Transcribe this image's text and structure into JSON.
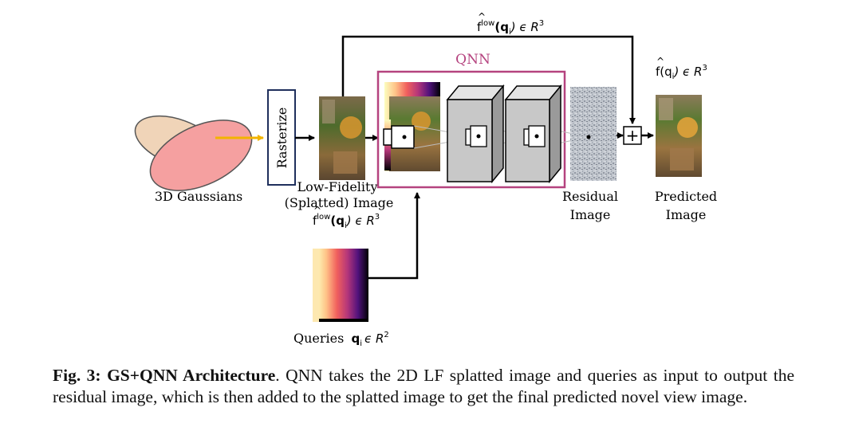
{
  "diagram": {
    "qnn_label": "QNN",
    "rasterize_label": "Rasterize",
    "gaussians_label": "3D Gaussians",
    "lowfi_label_line1": "Low-Fidelity",
    "lowfi_label_line2": "(Splatted) Image",
    "lowfi_math_f": "f",
    "lowfi_math_sup": "low",
    "lowfi_math_q": "(q",
    "lowfi_math_sub": "i",
    "lowfi_math_rest": ") ϵ R",
    "lowfi_math_exp": "3",
    "top_math_f": "f",
    "top_math_sup": "low",
    "top_math_q": "(q",
    "top_math_sub": "i",
    "top_math_rest": ") ϵ R",
    "top_math_exp": "3",
    "pred_math_f": "f(q",
    "pred_math_sub": "i",
    "pred_math_rest": ") ϵ R",
    "pred_math_exp": "3",
    "residual_label_line1": "Residual",
    "residual_label_line2": "Image",
    "predicted_label_line1": "Predicted",
    "predicted_label_line2": "Image",
    "queries_label": "Queries",
    "queries_math_q": "q",
    "queries_math_sub": "i",
    "queries_math_rest": "ϵ R",
    "queries_math_exp": "2",
    "plus_symbol": "+",
    "colors": {
      "qnn_box": "#b5437f",
      "rasterize_box": "#1f2f5c",
      "gaussian_back": "#f0d4b8",
      "gaussian_front": "#f5a0a0",
      "arrow_yellow": "#f2b400"
    }
  },
  "caption": {
    "fig_label": "Fig. 3:",
    "title": "GS+QNN Architecture",
    "text": ". QNN takes the 2D LF splatted image and queries as input to output the residual image, which is then added to the splatted image to get the final predicted novel view image."
  }
}
